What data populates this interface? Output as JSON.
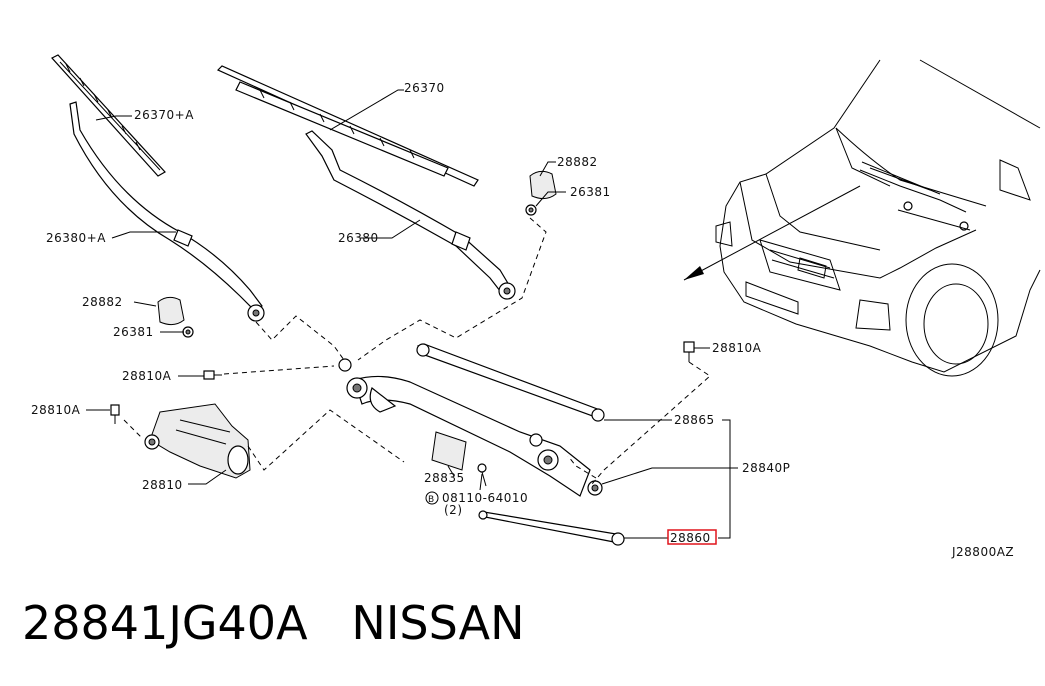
{
  "labels": {
    "blade_right": "26370",
    "blade_left": "26370+A",
    "arm_right": "26380",
    "arm_left": "26380+A",
    "cap_right": "28882",
    "cap_left": "28882",
    "nut_right": "26381",
    "nut_left": "26381",
    "bolt_a1": "28810A",
    "bolt_a2": "28810A",
    "bolt_a3": "28810A",
    "motor": "28810",
    "bracket": "28835",
    "bolt_b": "08110-64010",
    "bolt_b_qty": "(2)",
    "bolt_b_marker": "B",
    "link_upper": "28865",
    "pivot": "28840P",
    "link_lower": "28860",
    "diagram_code": "J28800AZ"
  },
  "footer": {
    "part_number": "28841JG40A",
    "brand": "NISSAN"
  },
  "colors": {
    "highlight": "#e0141c"
  }
}
